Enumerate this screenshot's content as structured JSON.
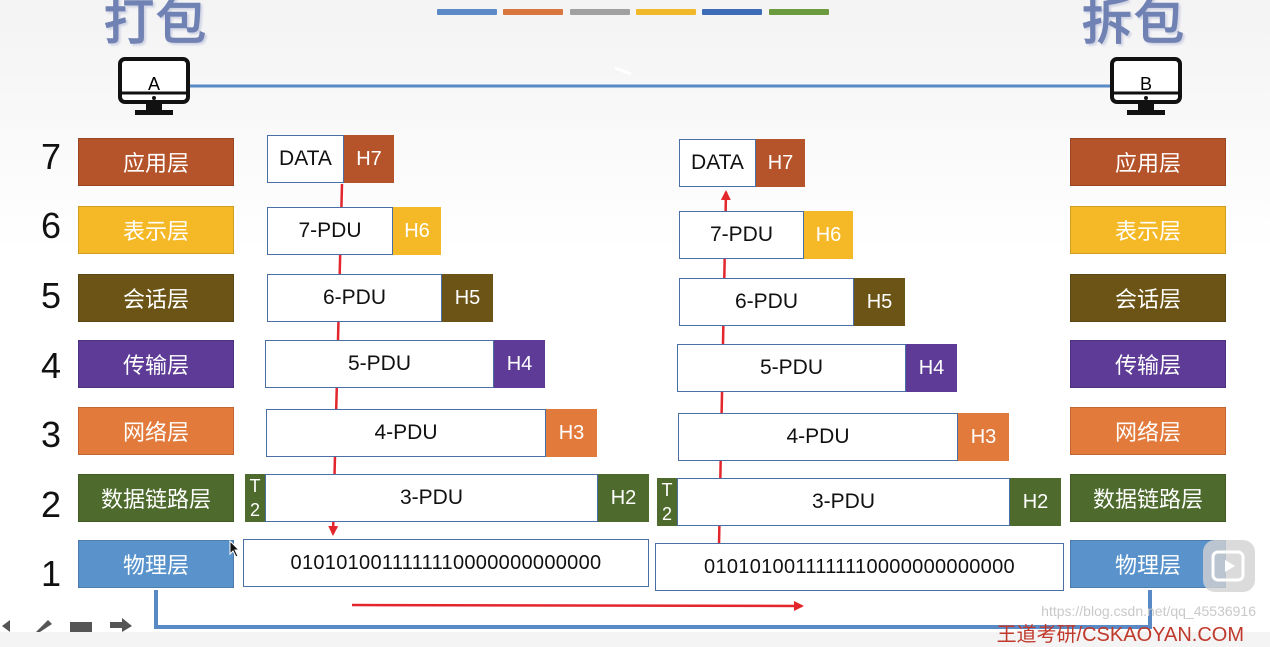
{
  "titles": {
    "left": "打包",
    "right": "拆包"
  },
  "hosts": {
    "left": "A",
    "right": "B"
  },
  "legend_colors": [
    "#5b8ac6",
    "#d9763f",
    "#a0a0a0",
    "#f2b82b",
    "#3d6bb5",
    "#6c9a3f"
  ],
  "layer_numbers": [
    "7",
    "6",
    "5",
    "4",
    "3",
    "2",
    "1"
  ],
  "layers": [
    {
      "name": "应用层",
      "color": "#b5542a"
    },
    {
      "name": "表示层",
      "color": "#f5b928"
    },
    {
      "name": "会话层",
      "color": "#6b5415"
    },
    {
      "name": "传输层",
      "color": "#5d3b96"
    },
    {
      "name": "网络层",
      "color": "#e27a3c"
    },
    {
      "name": "数据链路层",
      "color": "#4e6b2d"
    },
    {
      "name": "物理层",
      "color": "#5a93cc"
    }
  ],
  "left_stack": {
    "data_label": "DATA",
    "pdus": [
      "7-PDU",
      "6-PDU",
      "5-PDU",
      "4-PDU",
      "3-PDU"
    ],
    "headers": [
      "H7",
      "H6",
      "H5",
      "H4",
      "H3",
      "H2"
    ],
    "trailer": "T2",
    "bits": "0101010011111110000000000000"
  },
  "right_stack": {
    "data_label": "DATA",
    "pdus": [
      "7-PDU",
      "6-PDU",
      "5-PDU",
      "4-PDU",
      "3-PDU"
    ],
    "headers": [
      "H7",
      "H6",
      "H5",
      "H4",
      "H3",
      "H2"
    ],
    "trailer": "T2",
    "bits": "0101010011111110000000000000"
  },
  "watermark": "https://blog.csdn.net/qq_45536916",
  "footer": "王道考研/CSKAOYAN.COM"
}
